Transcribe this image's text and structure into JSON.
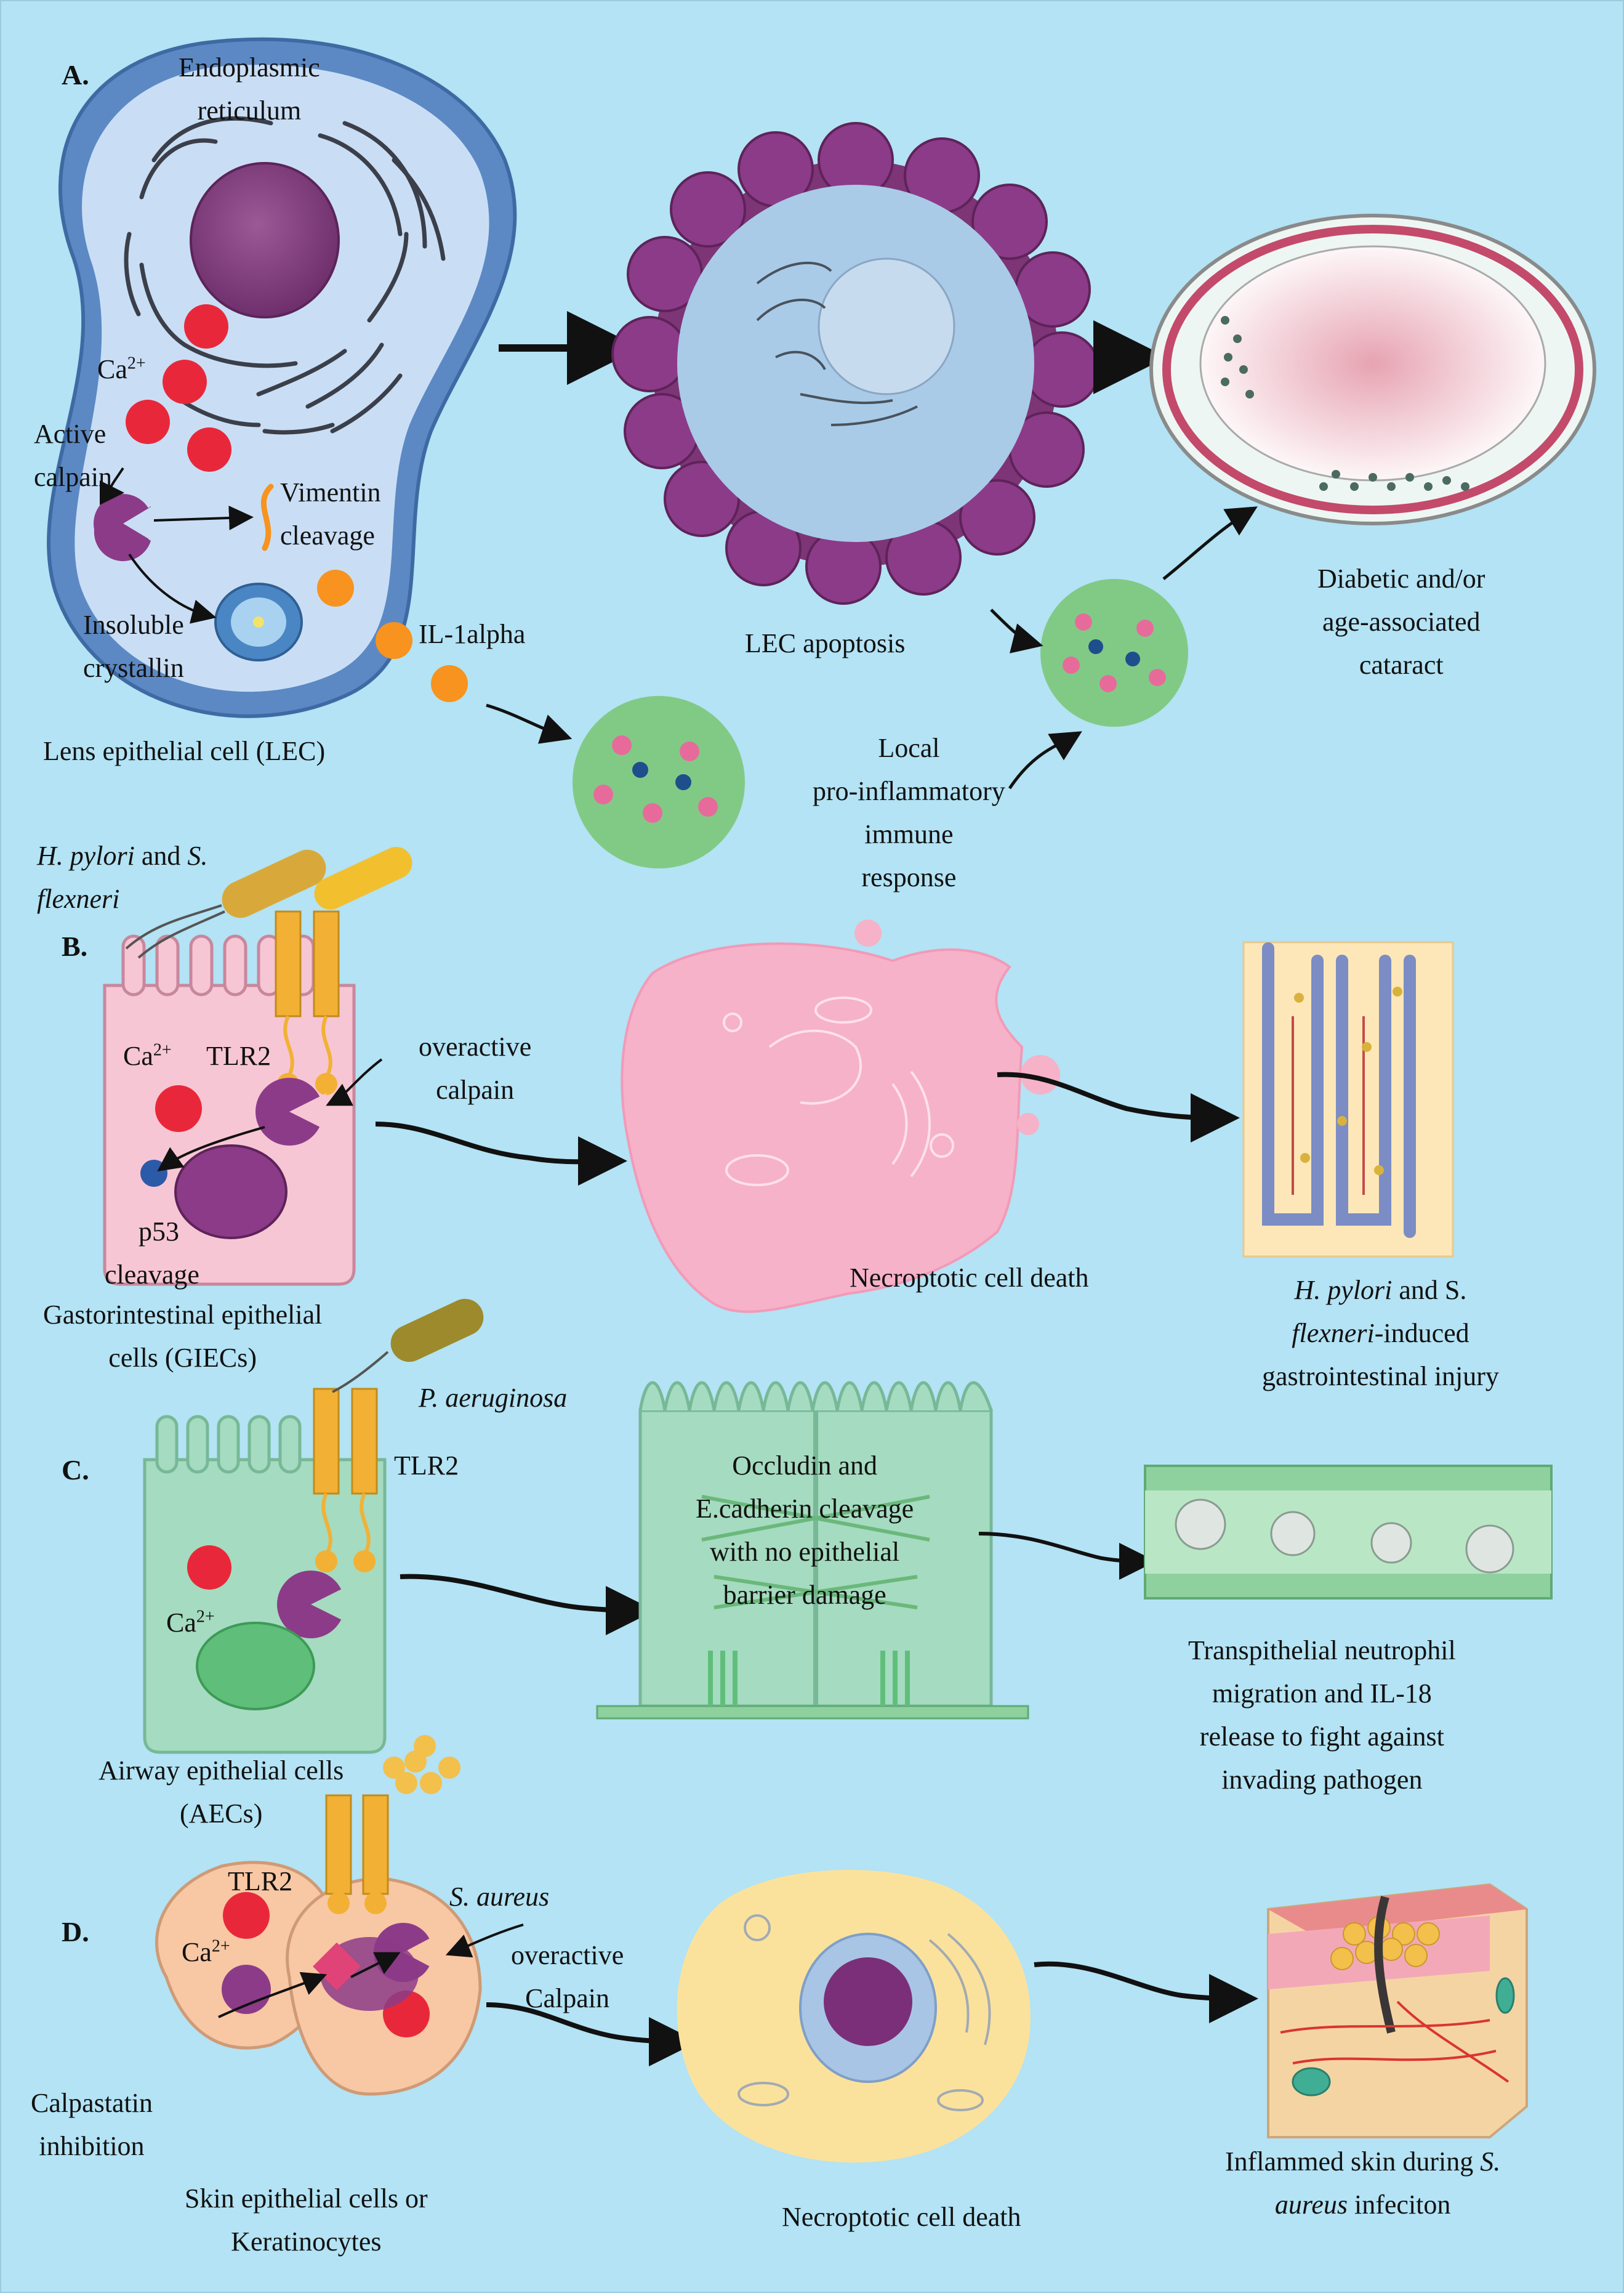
{
  "panels": {
    "a": "A.",
    "b": "B.",
    "c": "C.",
    "d": "D."
  },
  "a": {
    "er": [
      "Endoplasmic",
      "reticulum"
    ],
    "ca": "Ca",
    "ca_sup": "2+",
    "active_calpain": [
      "Active",
      "calpain"
    ],
    "vimentin": [
      "Vimentin",
      "cleavage"
    ],
    "crystallin": [
      "Insoluble",
      "crystallin"
    ],
    "il1": "IL-1alpha",
    "lec_cell": "Lens epithelial cell (LEC)",
    "lec_apoptosis": "LEC apoptosis",
    "immune": [
      "Local",
      "pro-inflammatory",
      "immune",
      "response"
    ],
    "cataract": [
      "Diabetic and/or",
      "age-associated",
      "cataract"
    ]
  },
  "b": {
    "bacteria_1": "H. pylori",
    "and_1": " and ",
    "bacteria_2": "S.",
    "bacteria_2b": "flexneri",
    "ca": "Ca",
    "ca_sup": "2+",
    "tlr2": "TLR2",
    "overactive": [
      "overactive",
      "calpain"
    ],
    "p53": [
      "p53",
      "cleavage"
    ],
    "giec": [
      "Gastorintestinal epithelial",
      "cells (GIECs)"
    ],
    "necroptotic": "Necroptotic cell death",
    "injury_1": "H. pylori",
    "injury_and": " and S.",
    "injury_2": "flexneri",
    "injury_2_rest": "-induced",
    "injury_3": "gastrointestinal injury"
  },
  "c": {
    "bacterium": "P. aeruginosa",
    "tlr2": "TLR2",
    "ca": "Ca",
    "ca_sup": "2+",
    "aec": [
      "Airway epithelial cells",
      "(AECs)"
    ],
    "occludin": [
      "Occludin and",
      "E.cadherin cleavage",
      "with no epithelial",
      "barrier damage"
    ],
    "neutrophil": [
      "Transpithelial neutrophil",
      "migration and IL-18",
      "release to fight against",
      "invading pathogen"
    ]
  },
  "d": {
    "tlr2": "TLR2",
    "bacterium": "S. aureus",
    "overactive": [
      "overactive",
      "Calpain"
    ],
    "ca": "Ca",
    "ca_sup": "2+",
    "calpastatin": [
      "Calpastatin",
      "inhibition"
    ],
    "skin_cells": [
      "Skin epithelial cells or",
      "Keratinocytes"
    ],
    "necroptotic": "Necroptotic cell death",
    "inflamed_1": "Inflammed skin during ",
    "inflamed_2": "S.",
    "inflamed_3": "aureus",
    "inflamed_4": " infeciton"
  },
  "colors": {
    "background": "#b3e3f4",
    "calcium": "#e8283a",
    "calpain": "#8c3b88",
    "orange": "#f7931e",
    "tlr_yellow": "#f2b134",
    "necro_pink": "#f6b2c8",
    "airway_green": "#9fd8b4",
    "skin_peach": "#f8c7a4"
  }
}
